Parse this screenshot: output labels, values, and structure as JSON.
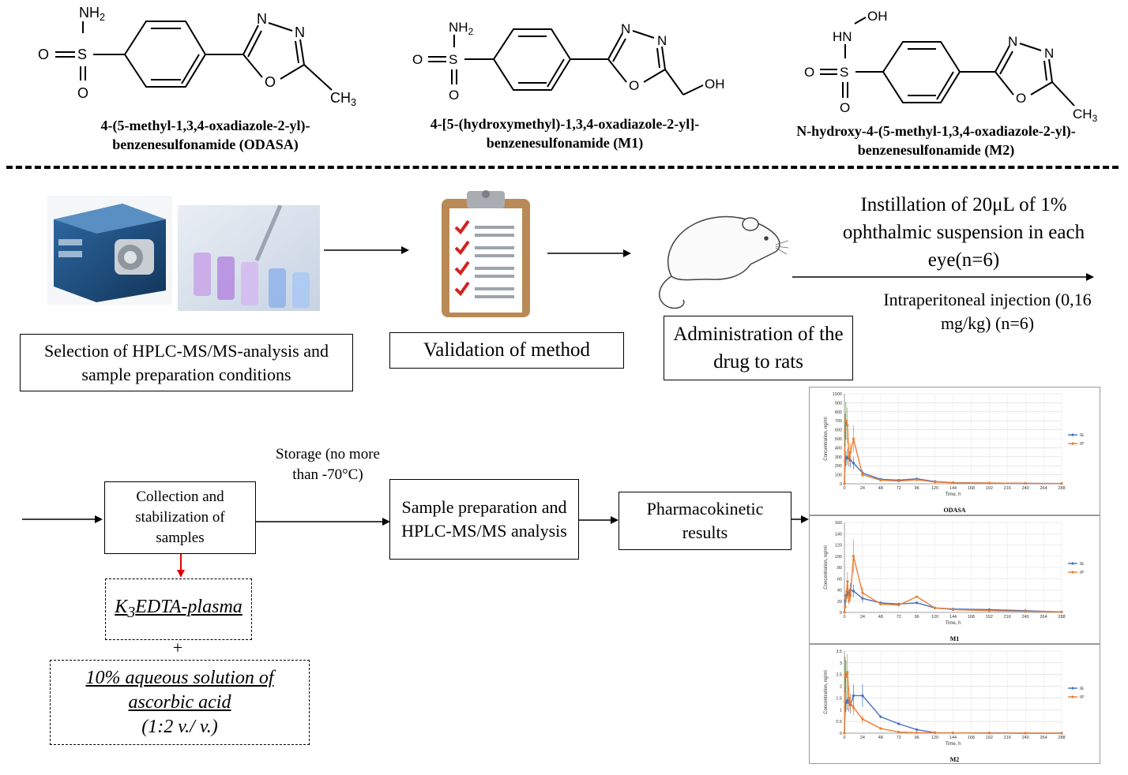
{
  "compounds": [
    {
      "name_line1": "4-(5-methyl-1,3,4-oxadiazole-2-yl)-",
      "name_line2": "benzenesulfonamide (ODASA)",
      "atoms": {
        "amine": "NH2",
        "oxo1": "O",
        "oxo2": "O",
        "sulfur": "S",
        "n_left": "N",
        "n_right": "N",
        "ring_o": "O",
        "methyl": "CH3"
      }
    },
    {
      "name_line1": "4-[5-(hydroxymethyl)-1,3,4-oxadiazole-2-yl]-",
      "name_line2": "benzenesulfonamide (M1)",
      "atoms": {
        "amine": "NH2",
        "oxo1": "O",
        "oxo2": "O",
        "sulfur": "S",
        "n_left": "N",
        "n_right": "N",
        "ring_o": "O",
        "hydroxyl": "OH"
      }
    },
    {
      "name_line1": "N-hydroxy-4-(5-methyl-1,3,4-oxadiazole-2-yl)-",
      "name_line2": "benzenesulfonamide (M2)",
      "atoms": {
        "hydroxyl": "OH",
        "hn": "HN",
        "oxo1": "O",
        "oxo2": "O",
        "sulfur": "S",
        "n_left": "N",
        "n_right": "N",
        "ring_o": "O",
        "methyl": "CH3"
      }
    }
  ],
  "flow": {
    "selection_box": "Selection of HPLC-MS/MS-analysis and sample preparation conditions",
    "validation_box": "Validation of method",
    "administration_box": "Administration of the drug to rats",
    "instillation_text": "Instillation of 20μL of 1% ophthalmic suspension in each eye(n=6)",
    "injection_text": "Intraperitoneal injection (0,16 mg/kg) (n=6)",
    "collection_box": "Collection and stabilization of samples",
    "storage_text": "Storage (no more than -70°C)",
    "preparation_box": "Sample preparation and HPLC-MS/MS analysis",
    "pk_box": "Pharmacokinetic results",
    "plasma_text": "K3EDTA-plasma",
    "plus": "+",
    "ascorbic_line1": "10% aqueous solution of",
    "ascorbic_line2": "ascorbic acid",
    "ascorbic_line3": "(1:2 v./ v.)"
  },
  "colors": {
    "ie": "#4472c4",
    "ip": "#ed7d31",
    "error_green": "#3aa23a",
    "arrow_red": "#e00000"
  },
  "chart_data": [
    {
      "type": "line",
      "title": "ODASA",
      "xlabel": "Time, h",
      "ylabel": "Concentration, ng/ml",
      "xlim": [
        0,
        288
      ],
      "ylim": [
        0,
        1000
      ],
      "xticks": [
        0,
        24,
        48,
        72,
        96,
        120,
        144,
        168,
        192,
        216,
        240,
        264,
        288
      ],
      "yticks": [
        0,
        100,
        200,
        300,
        400,
        500,
        600,
        700,
        800,
        900,
        1000
      ],
      "x": [
        0,
        1,
        2,
        4,
        6,
        8,
        12,
        24,
        48,
        72,
        96,
        120,
        144,
        192,
        240,
        288
      ],
      "series": [
        {
          "name": "IE",
          "values": [
            0,
            250,
            280,
            300,
            280,
            260,
            230,
            120,
            50,
            40,
            55,
            25,
            12,
            8,
            5,
            3
          ]
        },
        {
          "name": "IP",
          "values": [
            0,
            600,
            700,
            650,
            300,
            350,
            500,
            100,
            40,
            30,
            45,
            20,
            10,
            8,
            5,
            3
          ]
        }
      ]
    },
    {
      "type": "line",
      "title": "M1",
      "xlabel": "Time, h",
      "ylabel": "Concentration, ng/ml",
      "xlim": [
        0,
        288
      ],
      "ylim": [
        0,
        160
      ],
      "xticks": [
        0,
        24,
        48,
        72,
        96,
        120,
        144,
        168,
        192,
        216,
        240,
        264,
        288
      ],
      "yticks": [
        0,
        20,
        40,
        60,
        80,
        100,
        120,
        140,
        160
      ],
      "x": [
        0,
        1,
        2,
        4,
        6,
        8,
        12,
        24,
        48,
        72,
        96,
        120,
        144,
        192,
        240,
        288
      ],
      "series": [
        {
          "name": "IE",
          "values": [
            0,
            20,
            30,
            35,
            30,
            40,
            38,
            25,
            17,
            15,
            17,
            8,
            6,
            5,
            3,
            1
          ]
        },
        {
          "name": "IP",
          "values": [
            0,
            10,
            25,
            55,
            20,
            30,
            100,
            35,
            15,
            13,
            28,
            8,
            5,
            3,
            2,
            1
          ]
        }
      ]
    },
    {
      "type": "line",
      "title": "M2",
      "xlabel": "Time, h",
      "ylabel": "Concentration, ng/ml",
      "xlim": [
        0,
        288
      ],
      "ylim": [
        0,
        3.5
      ],
      "xticks": [
        0,
        24,
        48,
        72,
        96,
        120,
        144,
        168,
        192,
        216,
        240,
        264,
        288
      ],
      "yticks": [
        0,
        0.5,
        1,
        1.5,
        2,
        2.5,
        3,
        3.5
      ],
      "x": [
        0,
        1,
        2,
        4,
        6,
        8,
        12,
        24,
        48,
        72,
        96,
        120,
        144,
        192,
        240,
        288
      ],
      "series": [
        {
          "name": "IE",
          "values": [
            0,
            1.1,
            1.3,
            1.4,
            1.3,
            1.2,
            1.6,
            1.6,
            0.7,
            0.4,
            0.15,
            0.02,
            0.01,
            0.01,
            0,
            0
          ]
        },
        {
          "name": "IP",
          "values": [
            0,
            2.5,
            2.4,
            2.6,
            1.5,
            1.3,
            1.1,
            0.6,
            0.2,
            0.05,
            0.02,
            0.01,
            0.01,
            0,
            0,
            0
          ]
        }
      ]
    }
  ]
}
